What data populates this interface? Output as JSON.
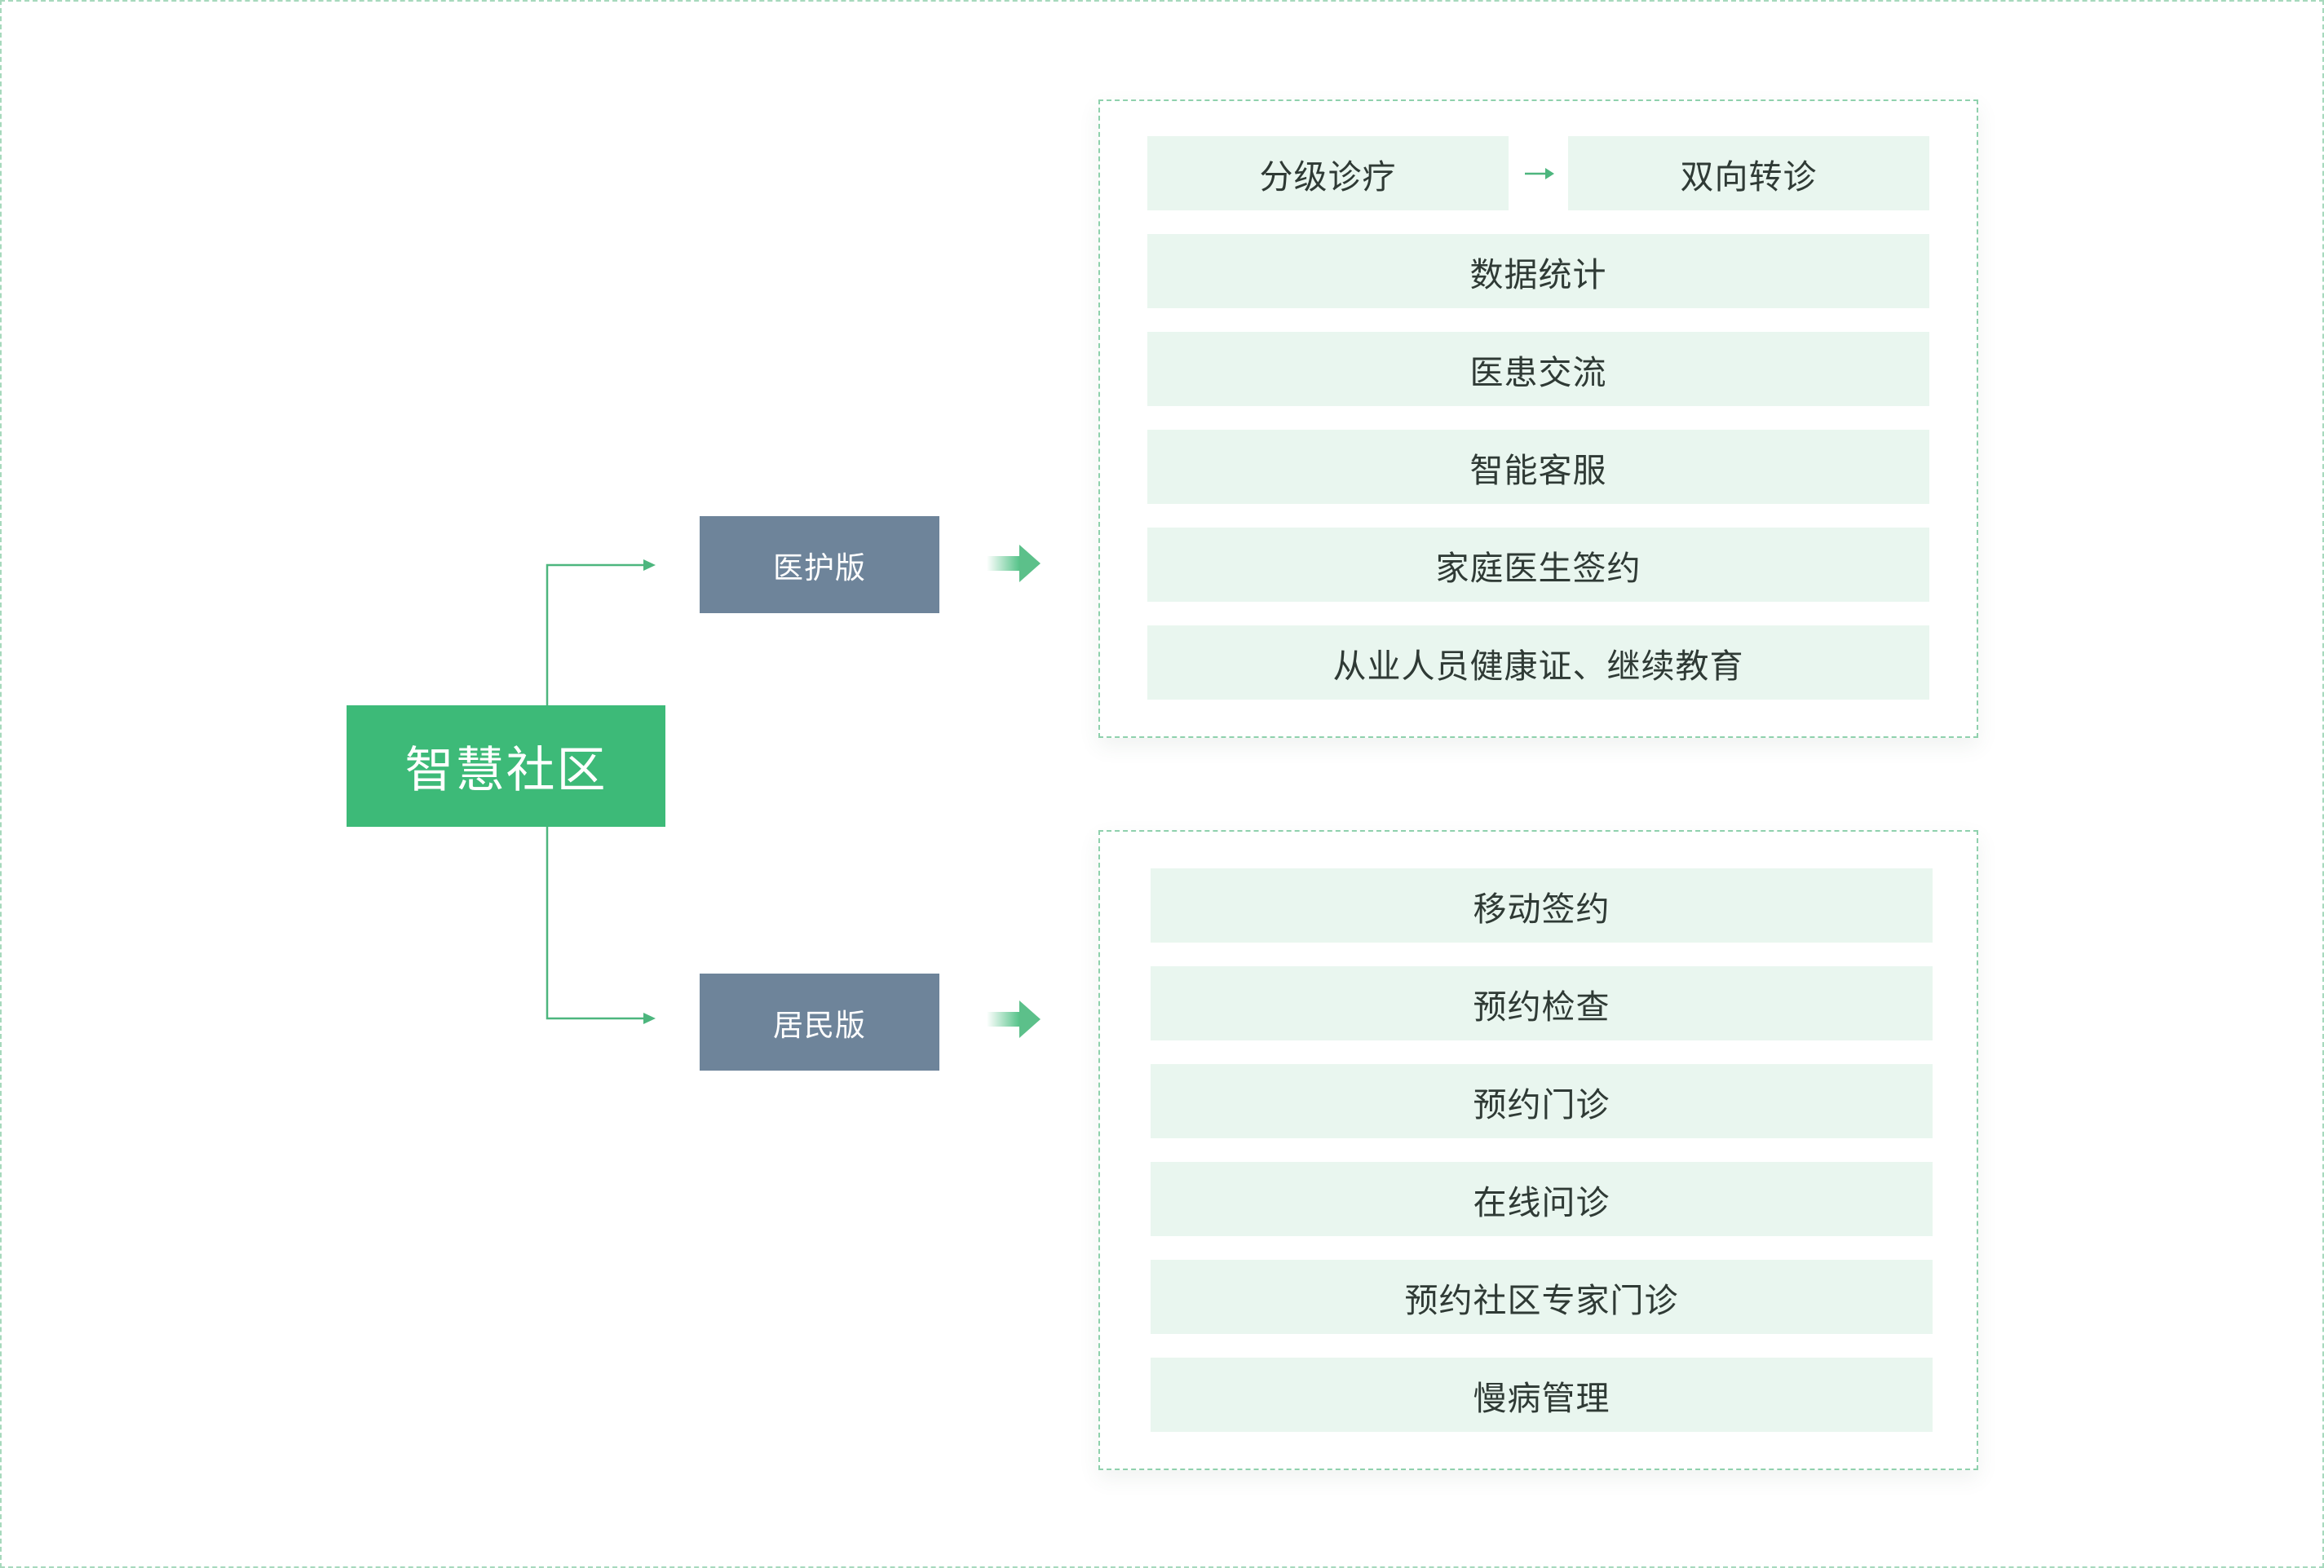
{
  "colors": {
    "root_bg": "#3dba78",
    "version_bg": "#6e849a",
    "row_bg": "#e9f6ef",
    "text": "#2f3a35",
    "border": "#8fd1ad",
    "connector": "#4db67e"
  },
  "icons": {
    "connector_arrow": "arrow-right-icon",
    "flow_arrow": "arrow-right-icon",
    "branch_pointer": "gradient-arrow-right-icon"
  },
  "root": {
    "label": "智慧社区"
  },
  "branches": [
    {
      "label": "医护版",
      "flow": {
        "from": "分级诊疗",
        "to": "双向转诊"
      },
      "items": [
        "数据统计",
        "医患交流",
        "智能客服",
        "家庭医生签约",
        "从业人员健康证、继续教育"
      ]
    },
    {
      "label": "居民版",
      "items": [
        "移动签约",
        "预约检查",
        "预约门诊",
        "在线问诊",
        "预约社区专家门诊",
        "慢病管理"
      ]
    }
  ]
}
